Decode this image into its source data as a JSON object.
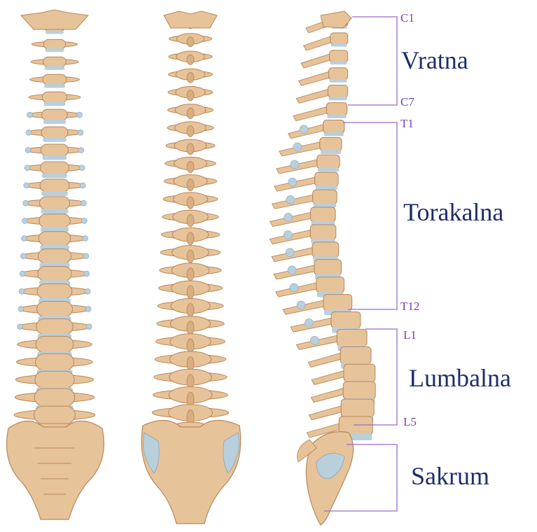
{
  "figure": {
    "labels": {
      "c1": "C1",
      "c7": "C7",
      "t1": "T1",
      "t12": "T12",
      "l1": "L1",
      "l5": "L5"
    },
    "regions": {
      "cervical": "Vratna",
      "thoracic": "Torakalna",
      "lumbar": "Lumbalna",
      "sacral": "Sakrum"
    },
    "views": [
      "anterior-view",
      "posterior-view",
      "lateral-view"
    ]
  },
  "colors": {
    "bone": "#e7c39a",
    "bone_dark": "#b8875a",
    "disc": "#b9cfdc",
    "bracket": "#9a6bc9",
    "label": "#7b3fb0",
    "region_text": "#1f2e6b"
  }
}
